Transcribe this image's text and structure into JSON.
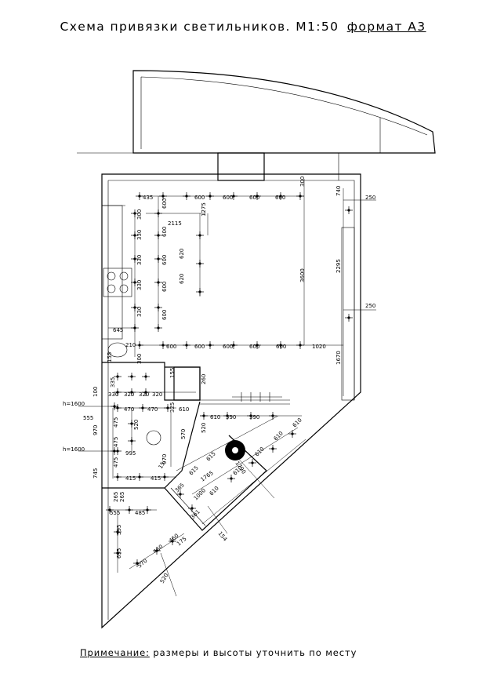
{
  "title": {
    "main": "Схема привязки светильников. М1:50",
    "format": "формат А3"
  },
  "note": {
    "label": "Примечание:",
    "text": "размеры и высоты уточнить по месту"
  },
  "dims": {
    "d435": "435",
    "d600": "600",
    "d300": "300",
    "d740": "740",
    "d250": "250",
    "d2115": "2115",
    "d1275": "1275",
    "d620": "620",
    "d3600": "3600",
    "d2295": "2295",
    "d645": "645",
    "d210": "210",
    "d1020": "1020",
    "d1670": "1670",
    "d155": "155",
    "d260": "260",
    "d335": "335",
    "d100": "100",
    "d330": "330",
    "d320": "320",
    "d325": "325",
    "d610": "610",
    "d590": "590",
    "d520": "520",
    "d555": "555",
    "d970": "970",
    "d470": "470",
    "d475": "475",
    "d995": "995",
    "d570": "570",
    "d415": "415",
    "d615": "615",
    "d1765": "1765",
    "d1790": "1790",
    "d745": "745",
    "d365": "365",
    "d265": "265",
    "d1000": "1000",
    "d361": "361",
    "d485": "485",
    "d595": "595",
    "d695": "695",
    "d460": "460",
    "d175": "175",
    "d154": "154",
    "d520b": "520",
    "h1600": "h=1600",
    "d15": "15",
    "d150": "150"
  }
}
